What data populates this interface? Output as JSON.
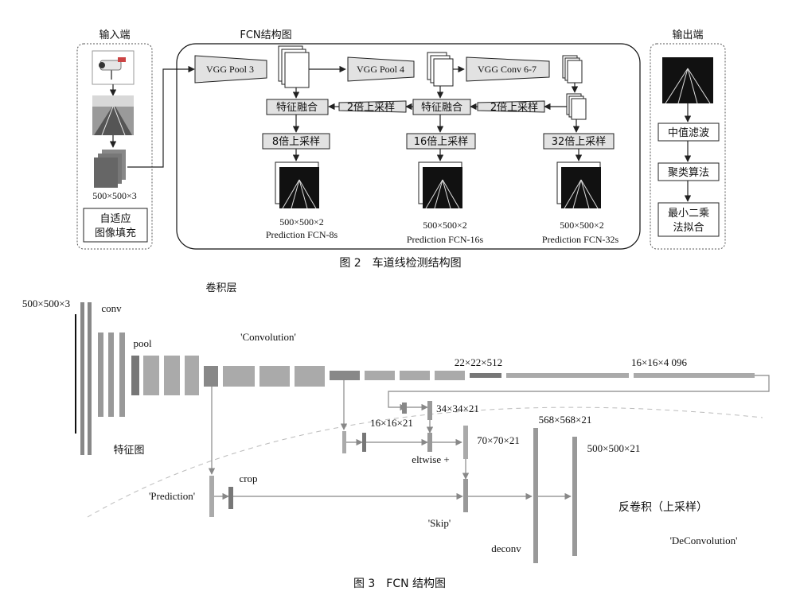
{
  "fig2": {
    "input_label": "输入端",
    "input_size": "500×500×3",
    "adaptive_line1": "自适应",
    "adaptive_line2": "图像填充",
    "fcn_label": "FCN结构图",
    "vgg_pool3": "VGG Pool 3",
    "vgg_pool4": "VGG Pool 4",
    "vgg_conv67": "VGG Conv 6-7",
    "fuse": "特征融合",
    "up2x": "2倍上采样",
    "up8x": "8倍上采样",
    "up16x": "16倍上采样",
    "up32x": "32倍上采样",
    "out_size": "500×500×2",
    "pred8": "Prediction FCN-8s",
    "pred16": "Prediction FCN-16s",
    "pred32": "Prediction FCN-32s",
    "output_label": "输出端",
    "median": "中值滤波",
    "cluster": "聚类算法",
    "lsq_line1": "最小二乘",
    "lsq_line2": "法拟合",
    "caption": "图 2　车道线检测结构图"
  },
  "fig3": {
    "input_size": "500×500×3",
    "conv_layer": "卷积层",
    "conv": "conv",
    "pool": "pool",
    "convolution": "'Convolution'",
    "feature_map": "特征图",
    "size_22": "22×22×512",
    "size_16_4096": "16×16×4 096",
    "size_16_21": "16×16×21",
    "size_34": "34×34×21",
    "size_70": "70×70×21",
    "size_568": "568×568×21",
    "size_500_21": "500×500×21",
    "eltwise": "eltwise +",
    "crop": "crop",
    "prediction": "'Prediction'",
    "skip": "'Skip'",
    "deconv": "deconv",
    "deconv_cn": "反卷积（上采样）",
    "deconvolution": "'DeConvolution'",
    "caption": "图 3　FCN 结构图"
  }
}
